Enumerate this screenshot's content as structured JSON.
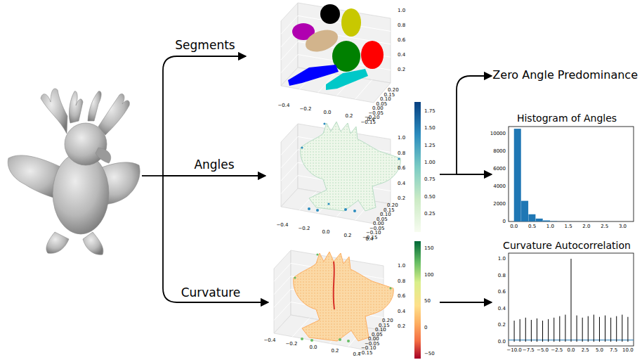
{
  "diagram": {
    "nodes": [
      {
        "text": [
          "Zero Angle Predominance"
        ]
      },
      {
        "text": [
          "Histogram of Angles"
        ]
      },
      {
        "text": [
          "Curvature Autocorrelation"
        ]
      }
    ],
    "labels": [
      "Segments",
      "Angles",
      "Curvature",
      "1.0",
      "0.8",
      "0.6",
      "0.4",
      "0.2",
      "−0.4",
      "−0.2",
      "0.0",
      "0.2",
      "0.4",
      "0.20",
      "0.15",
      "0.10",
      "0.05",
      "0.00",
      "−0.05",
      "−0.10",
      "−0.15",
      "1.0",
      "0.8",
      "0.6",
      "0.4",
      "0.2",
      "−0.4",
      "−0.2",
      "0.0",
      "0.2",
      "0.4",
      "0.20",
      "0.15",
      "0.10",
      "0.05",
      "0.00",
      "−0.05",
      "−0.10",
      "−0.15",
      "1.75",
      "1.50",
      "1.25",
      "1.00",
      "0.75",
      "0.50",
      "0.25",
      "1.0",
      "0.8",
      "0.6",
      "0.4",
      "0.2",
      "−0.4",
      "−0.2",
      "0.0",
      "0.2",
      "0.4",
      "0.20",
      "0.15",
      "0.10",
      "0.05",
      "0.00",
      "−0.05",
      "−0.10",
      "−0.15",
      "150",
      "100",
      "50",
      "0",
      "−50",
      "10000",
      "8000",
      "6000",
      "4000",
      "2000",
      "0",
      "0.0",
      "0.5",
      "1.0",
      "1.5",
      "2.0",
      "2.5",
      "3.0",
      "1.0",
      "0.8",
      "0.6",
      "0.4",
      "0.2",
      "0.0",
      "−10.0",
      "−7.5",
      "−5.0",
      "−2.5",
      "0.0",
      "2.5",
      "5.0",
      "7.5",
      "10.0"
    ]
  }
}
